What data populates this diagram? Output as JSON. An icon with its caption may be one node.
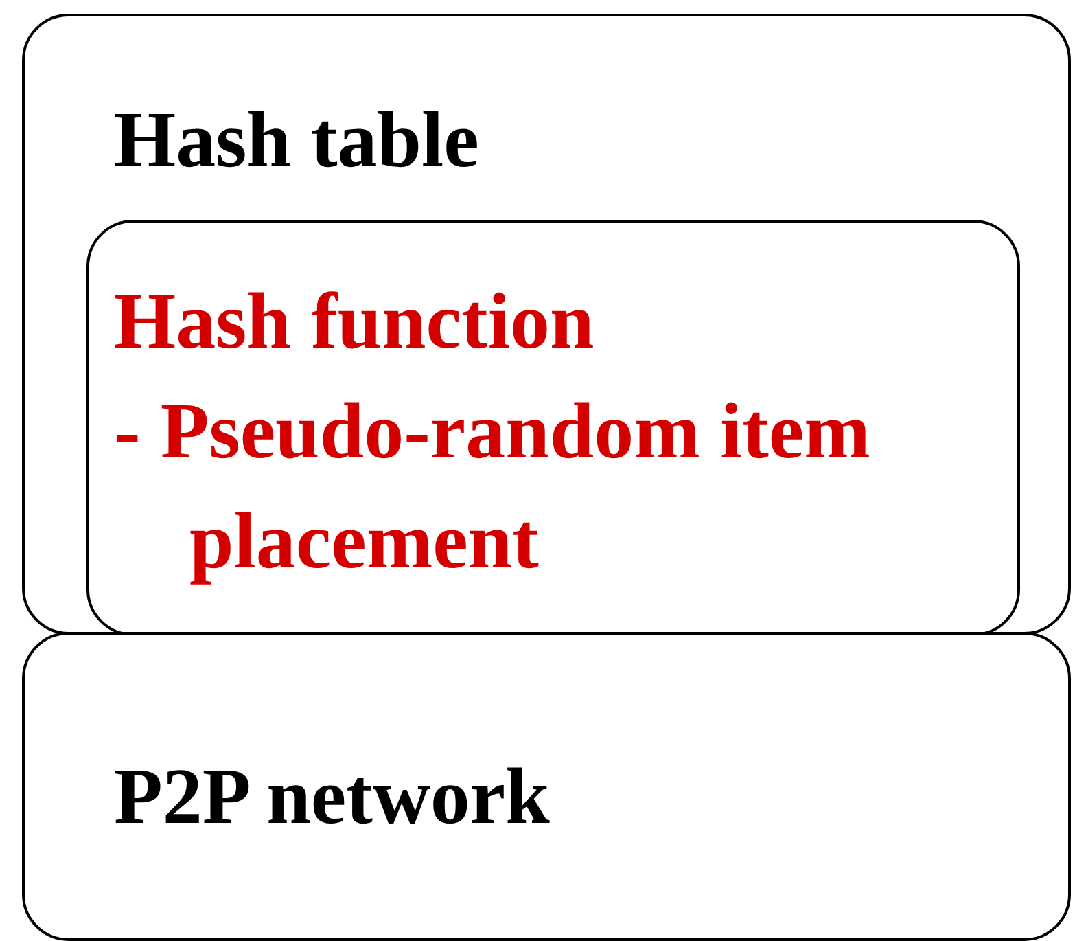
{
  "diagram": {
    "nodes": [
      {
        "text": [
          "Hash table"
        ]
      },
      {
        "text": [
          "Hash function",
          "- Pseudo-random item placement"
        ],
        "in": 0
      },
      {
        "text": [
          "P2P network"
        ]
      }
    ]
  }
}
